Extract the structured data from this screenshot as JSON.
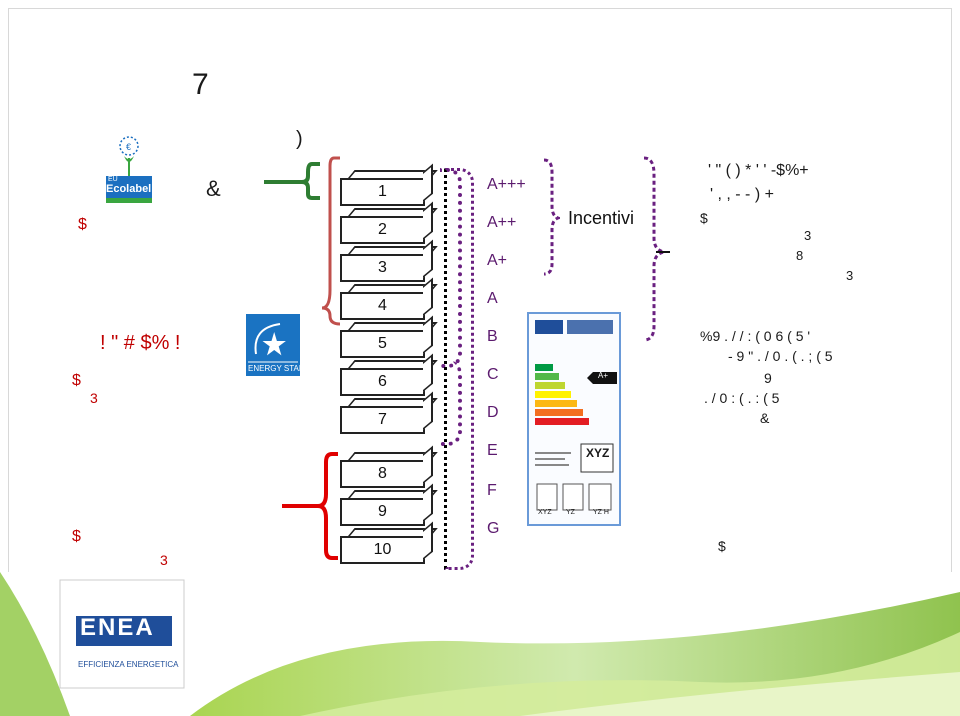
{
  "slide": {
    "title": "7",
    "top_paren": ")",
    "ampersand": "&",
    "incentivi": "Incentivi"
  },
  "left_text": {
    "line1": "$",
    "line2": "! \" # $% !",
    "line3a": "$",
    "line3b": "3",
    "line4a": "$",
    "line4b": "3"
  },
  "boxes": [
    "1",
    "2",
    "3",
    "4",
    "5",
    "6",
    "7",
    "8",
    "9",
    "10"
  ],
  "classes": [
    "A+++",
    "A++",
    "A+",
    "A",
    "B",
    "C",
    "D",
    "E",
    "F",
    "G"
  ],
  "right_text": {
    "r1": "' \"   (  ) * ' '  -$%+",
    "r2": "' , , - - ) +",
    "r3": "$",
    "r4": "3",
    "r5": "8",
    "r6": "3",
    "r7": "%9        . / / : ( 0 6 ( 5    '",
    "r8": "-  9    \" . / 0 . ( . ; ( 5",
    "r9": "9",
    "r10": ". / 0 : ( . : ( 5",
    "r11": "&",
    "r12": "$"
  },
  "logos": {
    "ecolabel_line1": "EU",
    "ecolabel_line2": "Ecolabel",
    "energy_star": "ENERGY STAR",
    "enea": "ENEA",
    "enea_sub": "EFFICIENZA ENERGETICA"
  },
  "energy_label": {
    "rating": "A+",
    "brand": "XYZ",
    "models": [
      "XYZ",
      "YZ",
      "YZ H"
    ]
  },
  "colors": {
    "red": "#c00000",
    "purple": "#6a2080",
    "green_band": "#8cc63f",
    "enea_blue": "#1f4e9a"
  }
}
